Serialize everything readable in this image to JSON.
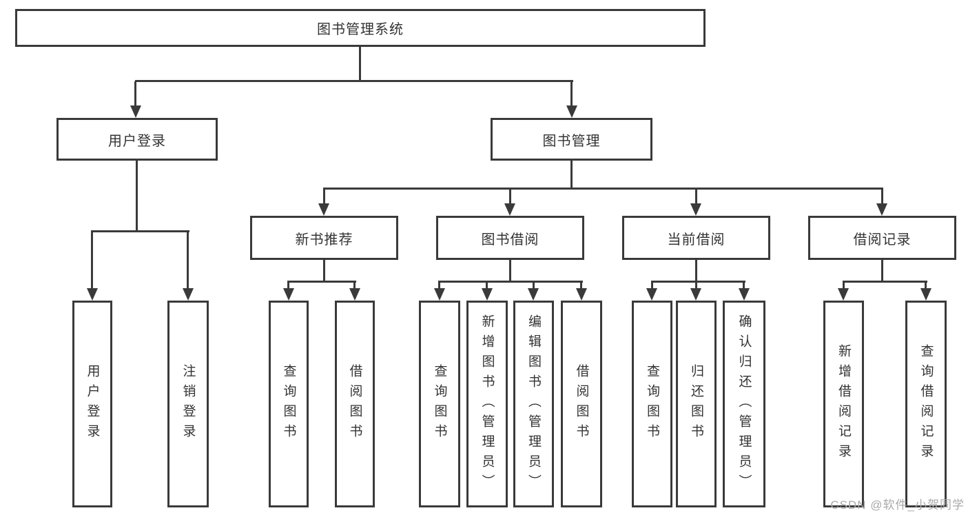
{
  "tree": {
    "root": {
      "label": "图书管理系统"
    },
    "level2": [
      {
        "label": "用户登录"
      },
      {
        "label": "图书管理"
      }
    ],
    "level3": [
      {
        "label": "新书推荐"
      },
      {
        "label": "图书借阅"
      },
      {
        "label": "当前借阅"
      },
      {
        "label": "借阅记录"
      }
    ],
    "leaves": {
      "user_login": [
        {
          "label": "用户登录"
        },
        {
          "label": "注销登录"
        }
      ],
      "new_book": [
        {
          "label": "查询图书"
        },
        {
          "label": "借阅图书"
        }
      ],
      "book_borrow": [
        {
          "label": "查询图书"
        },
        {
          "label": "新增图书（管理员）"
        },
        {
          "label": "编辑图书（管理员）"
        },
        {
          "label": "借阅图书"
        }
      ],
      "current_borrow": [
        {
          "label": "查询图书"
        },
        {
          "label": "归还图书"
        },
        {
          "label": "确认归还（管理员）"
        }
      ],
      "borrow_record": [
        {
          "label": "新增借阅记录"
        },
        {
          "label": "查询借阅记录"
        }
      ]
    }
  },
  "watermark": {
    "text": "CSDN @软件_小贺同学"
  },
  "colors": {
    "line": "#3a3a3a",
    "text": "#333333",
    "watermark": "#a9a9a9",
    "background": "#ffffff"
  }
}
